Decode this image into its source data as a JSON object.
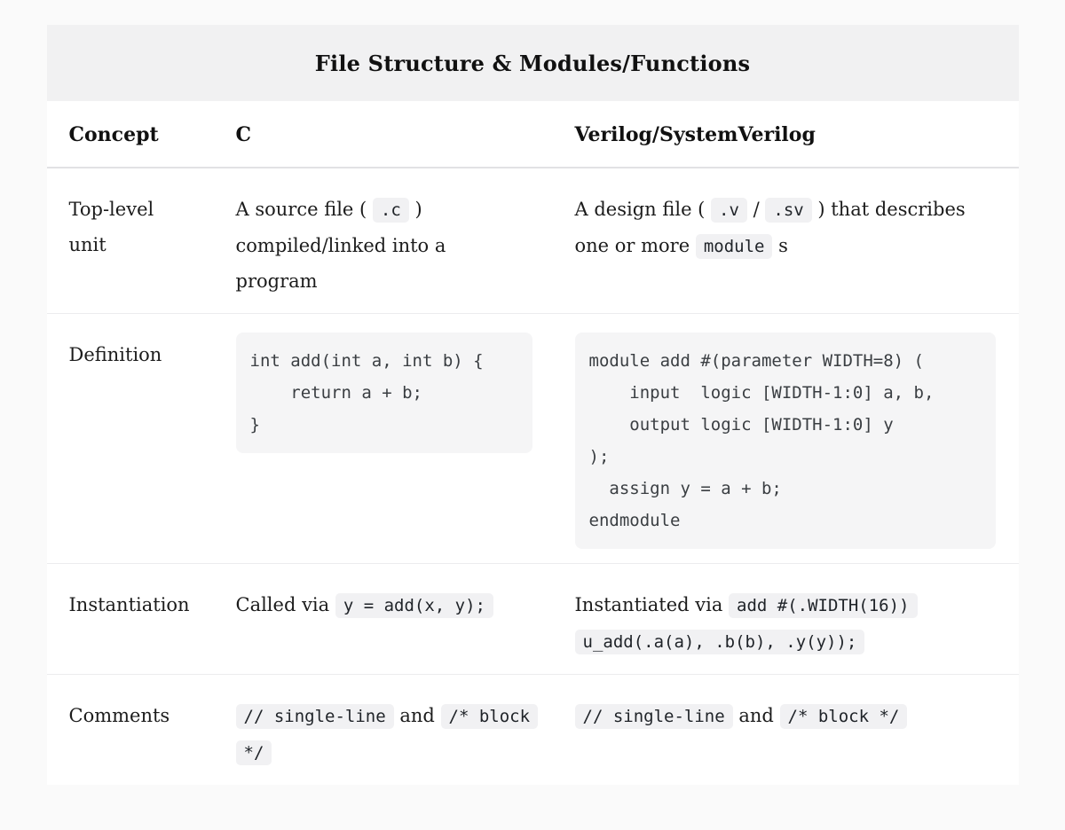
{
  "table": {
    "title": "File Structure & Modules/Functions",
    "headers": [
      "Concept",
      "C",
      "Verilog/SystemVerilog"
    ],
    "rows": [
      {
        "concept": "Top-level unit",
        "c_cell": [
          {
            "type": "text",
            "value": "A source file ( "
          },
          {
            "type": "code",
            "value": ".c"
          },
          {
            "type": "text",
            "value": " ) compiled/linked into a program"
          }
        ],
        "verilog_cell": [
          {
            "type": "text",
            "value": "A design file ( "
          },
          {
            "type": "code",
            "value": ".v"
          },
          {
            "type": "text",
            "value": " / "
          },
          {
            "type": "code",
            "value": ".sv"
          },
          {
            "type": "text",
            "value": " ) that describes one or more "
          },
          {
            "type": "code",
            "value": "module"
          },
          {
            "type": "text",
            "value": " s"
          }
        ]
      },
      {
        "concept": "Definition",
        "c_cell": [
          {
            "type": "codeblock",
            "value": "int add(int a, int b) {\n    return a + b;\n}"
          }
        ],
        "verilog_cell": [
          {
            "type": "codeblock",
            "value": "module add #(parameter WIDTH=8) (\n    input  logic [WIDTH-1:0] a, b,\n    output logic [WIDTH-1:0] y\n);\n  assign y = a + b;\nendmodule"
          }
        ]
      },
      {
        "concept": "Instantiation",
        "c_cell": [
          {
            "type": "text",
            "value": "Called via "
          },
          {
            "type": "code",
            "value": "y = add(x, y);"
          }
        ],
        "verilog_cell": [
          {
            "type": "text",
            "value": "Instantiated via "
          },
          {
            "type": "code",
            "value": "add #(.WIDTH(16)) u_add(.a(a), .b(b), .y(y));"
          }
        ]
      },
      {
        "concept": "Comments",
        "c_cell": [
          {
            "type": "code",
            "value": "// single-line"
          },
          {
            "type": "text",
            "value": " and "
          },
          {
            "type": "code",
            "value": "/* block */"
          }
        ],
        "verilog_cell": [
          {
            "type": "code",
            "value": "// single-line"
          },
          {
            "type": "text",
            "value": " and "
          },
          {
            "type": "code",
            "value": "/* block */"
          }
        ]
      }
    ]
  },
  "colors": {
    "page_bg": "#fafafa",
    "panel_bg": "#ffffff",
    "title_bar_bg": "#f1f1f2",
    "code_chip_bg": "#f1f1f3",
    "code_block_bg": "#f5f5f6",
    "header_border": "#e2e2e4",
    "row_border": "#ececee",
    "text": "#1c1c1c"
  }
}
